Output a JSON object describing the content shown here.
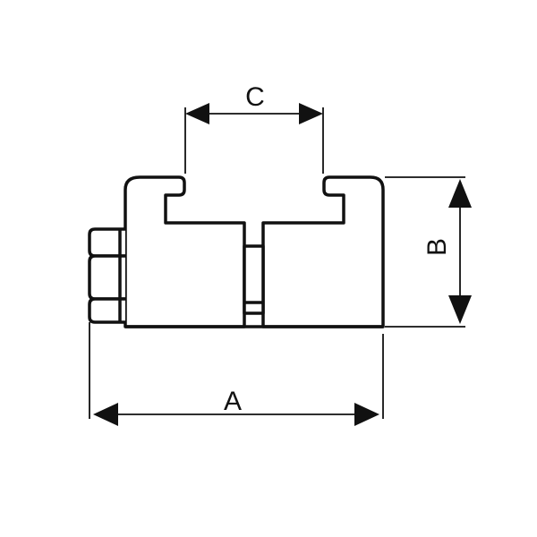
{
  "drawing": {
    "dimensions": {
      "a": "A",
      "b": "B",
      "c": "C"
    },
    "colors": {
      "line": "#111111",
      "background": "#ffffff"
    }
  }
}
